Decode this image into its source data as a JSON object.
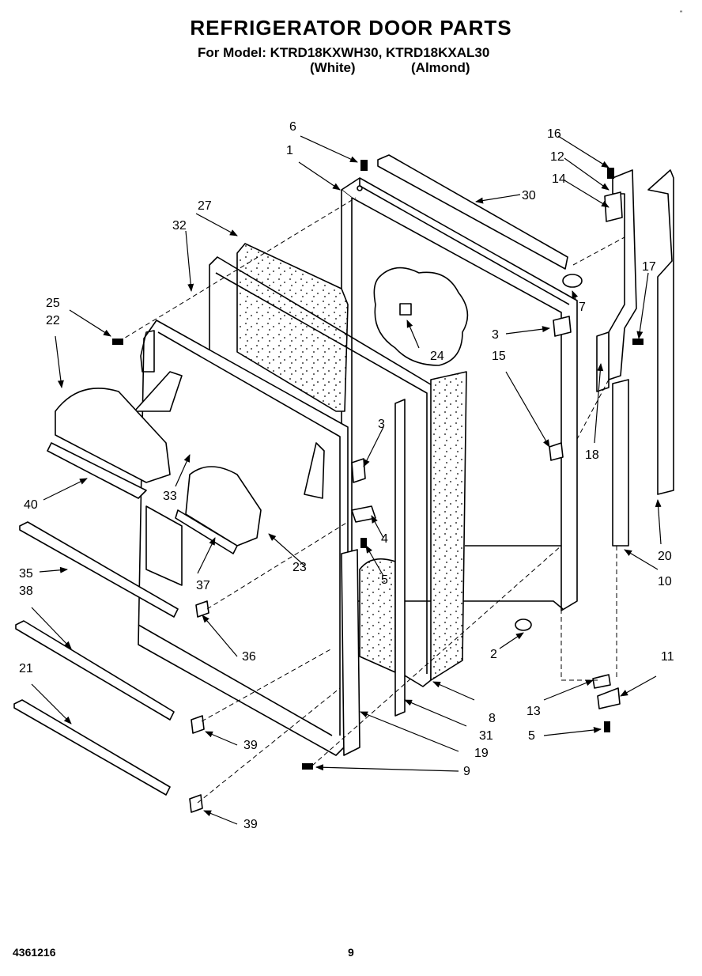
{
  "header": {
    "title": "REFRIGERATOR DOOR PARTS",
    "model_line": "For Model: KTRD18KXWH30, KTRD18KXAL30",
    "variant_white": "(White)",
    "variant_almond": "(Almond)",
    "corner_mark": "\""
  },
  "footer": {
    "doc_number": "4361216",
    "page_number": "9"
  },
  "callouts": [
    "1",
    "2",
    "3",
    "3",
    "4",
    "5",
    "5",
    "6",
    "7",
    "8",
    "9",
    "10",
    "11",
    "12",
    "13",
    "14",
    "15",
    "16",
    "17",
    "18",
    "19",
    "20",
    "21",
    "22",
    "23",
    "24",
    "25",
    "27",
    "30",
    "31",
    "32",
    "33",
    "35",
    "36",
    "37",
    "38",
    "39",
    "39",
    "40"
  ]
}
